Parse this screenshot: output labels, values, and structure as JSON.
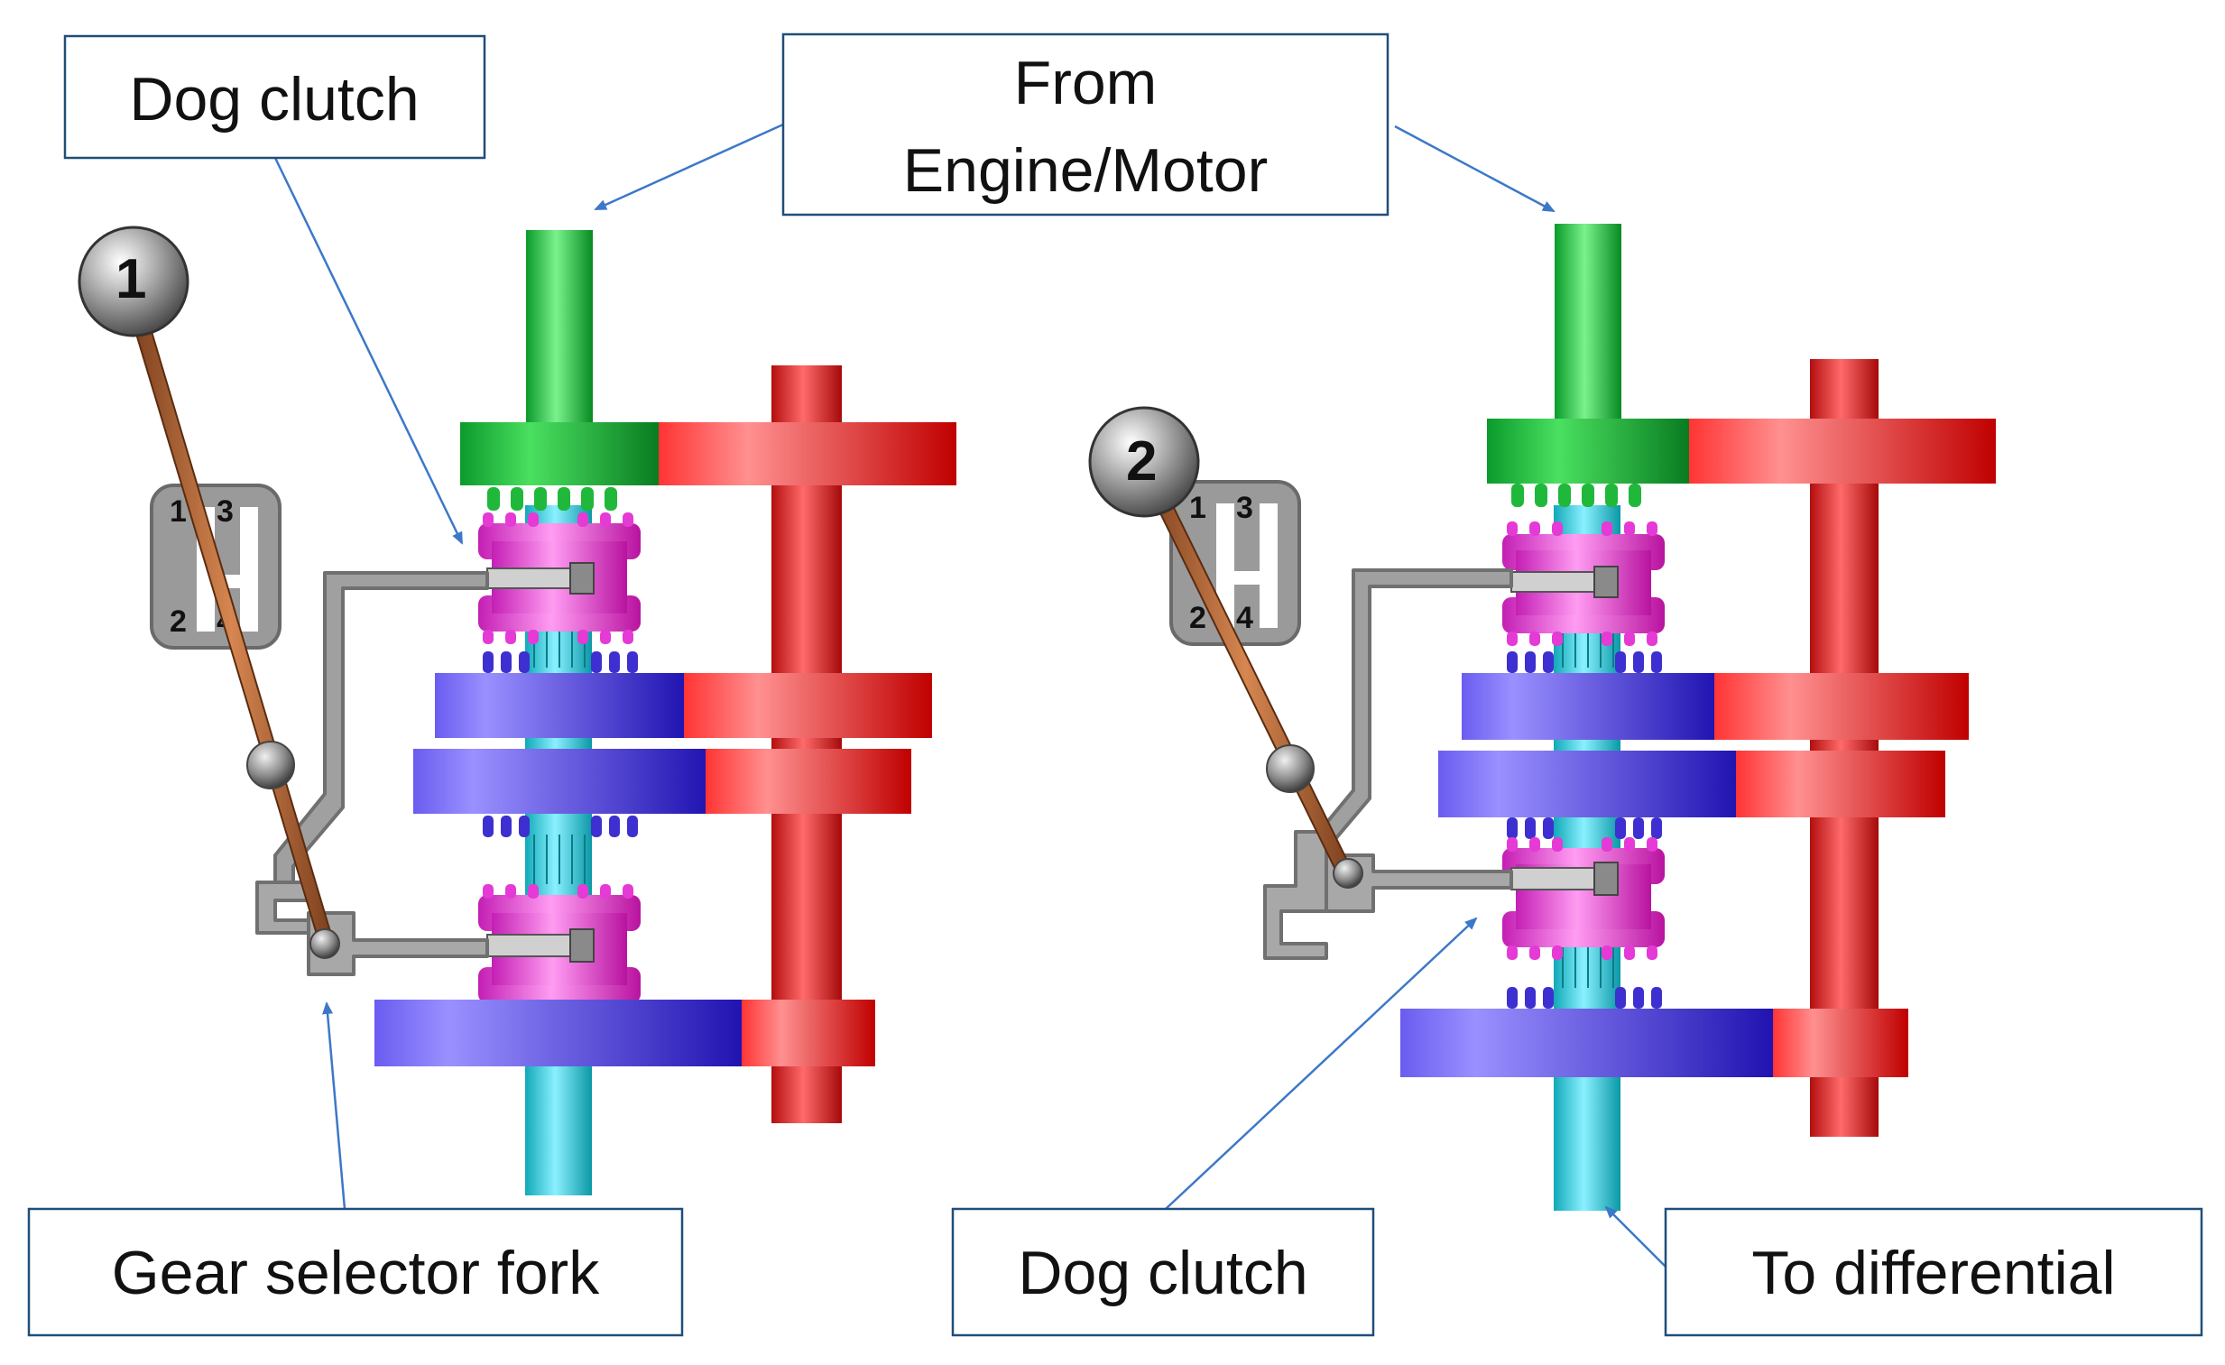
{
  "labels": {
    "dog_clutch_top": "Dog clutch",
    "from_engine_line1": "From",
    "from_engine_line2": "Engine/Motor",
    "gear_selector_fork": "Gear selector fork",
    "dog_clutch_bottom": "Dog clutch",
    "to_differential": "To differential"
  },
  "shifters": [
    {
      "knob_label": "1",
      "gate": [
        "1",
        "3",
        "2",
        "4"
      ]
    },
    {
      "knob_label": "2",
      "gate": [
        "1",
        "3",
        "2",
        "4"
      ]
    }
  ],
  "colors": {
    "input_shaft": "#1fb83a",
    "countershaft": "#e01818",
    "output_shaft": "#1ec8d8",
    "gears": "#3e2fd0",
    "dog_clutch": "#e53ad6",
    "fork": "#9a9a9a",
    "lever": "#a85a2c",
    "callout_line": "#3c78c8"
  }
}
